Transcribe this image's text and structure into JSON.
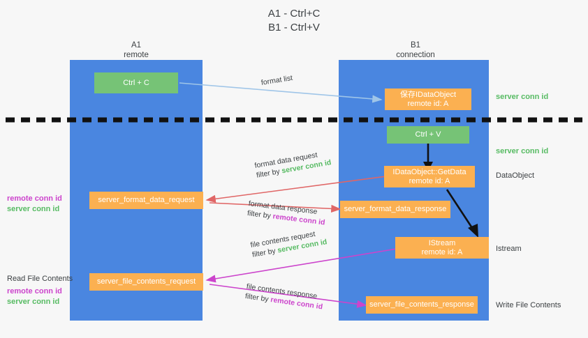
{
  "title": {
    "line1": "A1 - Ctrl+C",
    "line2": "B1 - Ctrl+V"
  },
  "columns": [
    {
      "name": "A1",
      "sub": "remote"
    },
    {
      "name": "B1",
      "sub": "connection"
    }
  ],
  "nodes": {
    "ctrl_c": {
      "line1": "Ctrl + C"
    },
    "save_dataobject": {
      "line1": "保存IDataObject",
      "line2": "remote id: A"
    },
    "ctrl_v": {
      "line1": "Ctrl + V"
    },
    "getdata": {
      "line1": "IDataObject::GetData",
      "line2": "remote id: A"
    },
    "istream": {
      "line1": "IStream",
      "line2": "remote id: A"
    },
    "format_data_request": {
      "line1": "server_format_data_request"
    },
    "format_data_response": {
      "line1": "server_format_data_response"
    },
    "file_contents_request": {
      "line1": "server_file_contents_request"
    },
    "file_contents_response": {
      "line1": "server_file_contents_response"
    }
  },
  "edges": {
    "format_list": {
      "text": "format list"
    },
    "format_data_request": {
      "line1": "format data request",
      "filter_prefix": "filter by ",
      "filter_value": "server conn id"
    },
    "format_data_response": {
      "line1": "format data response",
      "filter_prefix": "filter by ",
      "filter_value": "remote conn id"
    },
    "file_contents_request": {
      "line1": "file contents request",
      "filter_prefix": "filter by ",
      "filter_value": "server conn id"
    },
    "file_contents_response": {
      "line1": "file contents response",
      "filter_prefix": "filter by ",
      "filter_value": "remote conn id"
    }
  },
  "annotations": {
    "right_server_conn_1": "server conn id",
    "right_server_conn_2": "server conn id",
    "right_dataobject": "DataObject",
    "right_istream": "Istream",
    "right_write_file": "Write File Contents",
    "left_remote_conn_1": "remote conn id",
    "left_server_conn_1": "server conn id",
    "left_read_file": "Read File Contents",
    "left_remote_conn_2": "remote conn id",
    "left_server_conn_2": "server conn id"
  },
  "colors": {
    "lane": "#4a86e0",
    "green_node": "#76c376",
    "orange_node": "#fbb051",
    "server_conn": "#57bb63",
    "remote_conn": "#cc44cc",
    "arrow_blue": "#9fc5e8",
    "arrow_red": "#e06666",
    "arrow_magenta": "#cc44cc",
    "arrow_black": "#000000",
    "background": "#f7f7f7"
  }
}
